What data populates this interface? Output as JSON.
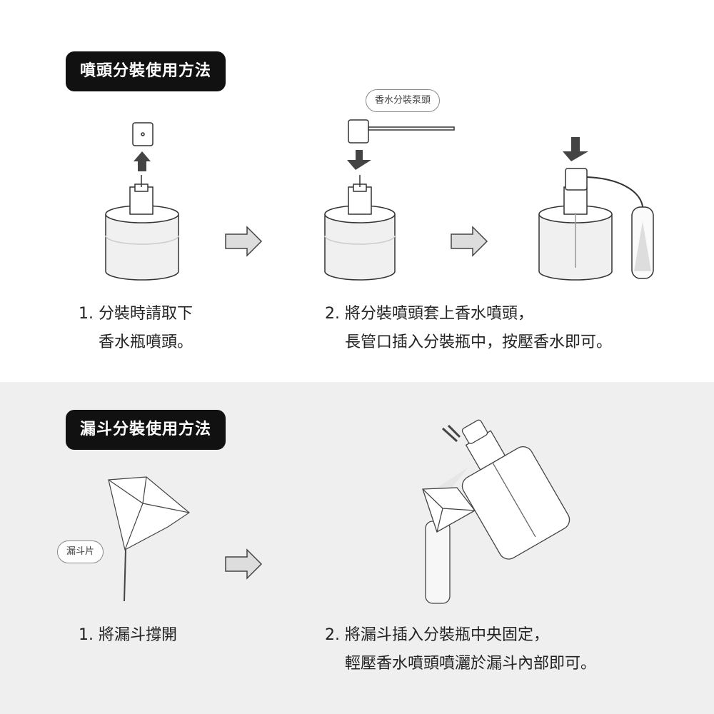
{
  "nozzle_method": {
    "title": "噴頭分裝使用方法",
    "pump_label": "香水分裝泵頭",
    "step1": {
      "line1": "1. 分裝時請取下",
      "line2": "香水瓶噴頭。"
    },
    "step2": {
      "line1": "2. 將分裝噴頭套上香水噴頭，",
      "line2": "長管口插入分裝瓶中，按壓香水即可。"
    }
  },
  "funnel_method": {
    "title": "漏斗分裝使用方法",
    "funnel_label": "漏斗片",
    "step1": {
      "line1": "1. 將漏斗撐開"
    },
    "step2": {
      "line1": "2. 將漏斗插入分裝瓶中央固定，",
      "line2": "輕壓香水噴頭噴灑於漏斗內部即可。"
    }
  }
}
